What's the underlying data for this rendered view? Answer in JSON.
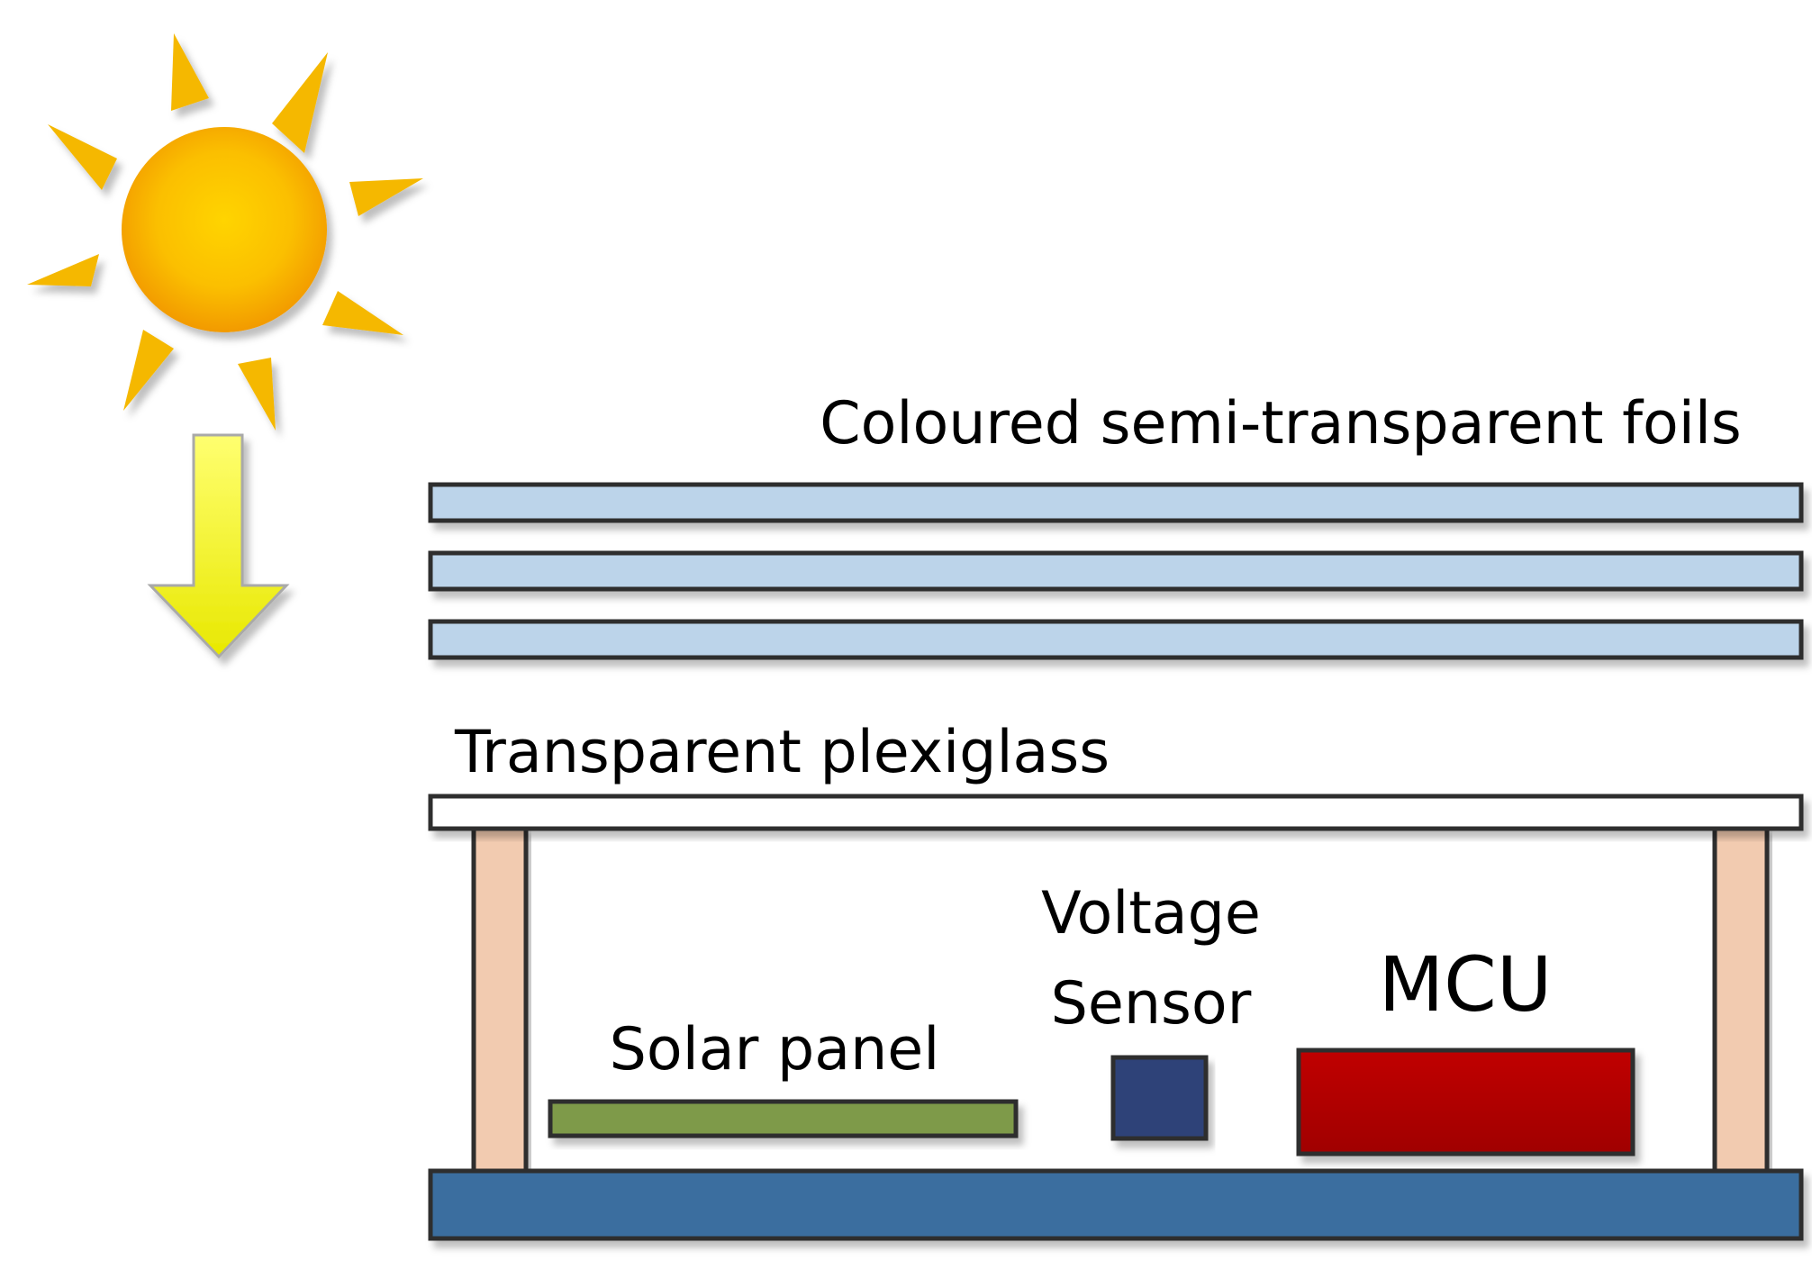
{
  "labels": {
    "foils": "Coloured semi-transparent foils",
    "plexiglass": "Transparent plexiglass",
    "voltage_sensor_line1": "Voltage",
    "voltage_sensor_line2": "Sensor",
    "mcu": "MCU",
    "solar_panel": "Solar panel"
  },
  "colors": {
    "sun_core": "#f7a600",
    "sun_highlight": "#ffd400",
    "sun_rays": "#f5b800",
    "arrow_fill": "#f2f000",
    "foil": "#bcd4ea",
    "plexiglass": "#ffffff",
    "pillar": "#f2cbb0",
    "base": "#3a6e9f",
    "solar_panel": "#7e9a48",
    "voltage_sensor": "#2e4278",
    "mcu": "#b20000",
    "outline": "#2f2f2f"
  }
}
